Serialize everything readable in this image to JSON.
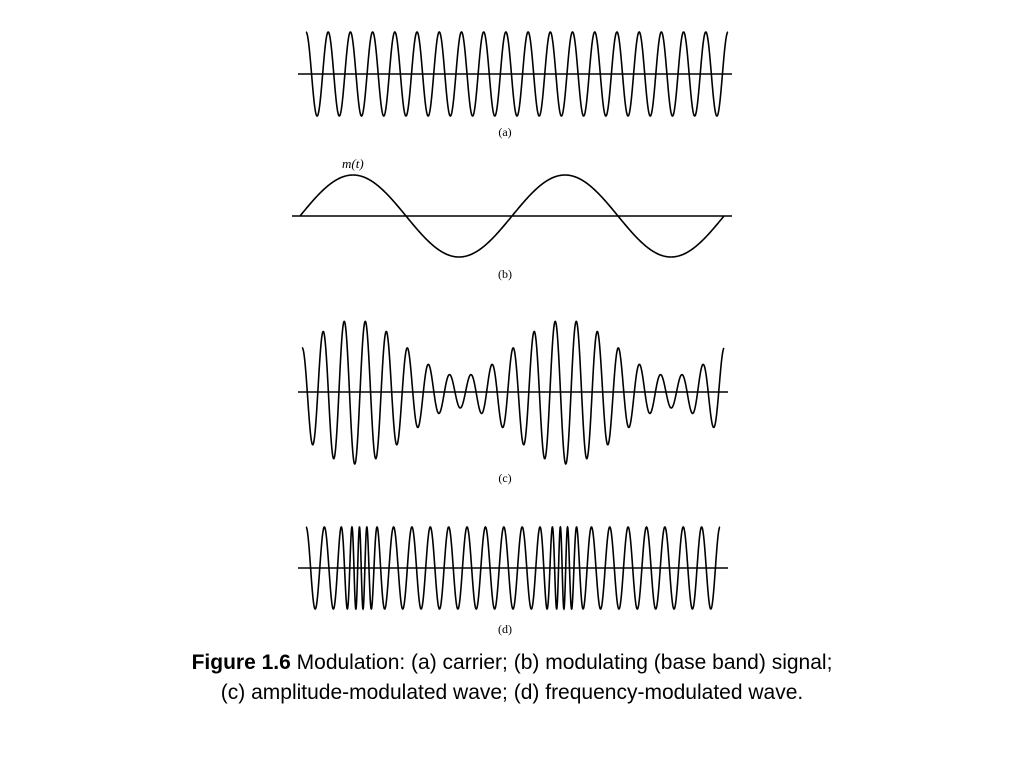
{
  "panels": [
    {
      "id": "a",
      "label": "(a)",
      "type": "carrier",
      "cycles": 19
    },
    {
      "id": "b",
      "label": "(b)",
      "type": "modulating",
      "signal_label": "m(t)",
      "cycles": 2
    },
    {
      "id": "c",
      "label": "(c)",
      "type": "amplitude-modulated",
      "cycles": 20
    },
    {
      "id": "d",
      "label": "(d)",
      "type": "frequency-modulated",
      "cycles": 27
    }
  ],
  "caption": {
    "figure_number": "Figure 1.6",
    "line1": "Modulation: (a) carrier; (b) modulating (base band) signal;",
    "line2": "(c) amplitude-modulated wave; (d) frequency-modulated wave."
  },
  "colors": {
    "ink": "#000000",
    "background": "#ffffff"
  }
}
